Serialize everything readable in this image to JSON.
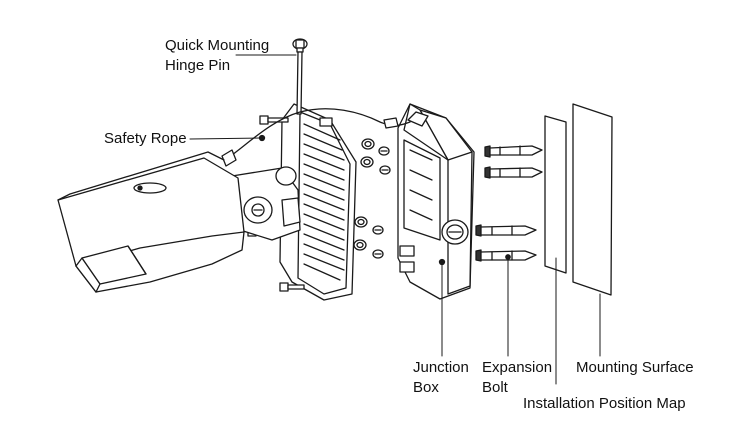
{
  "labels": {
    "hinge_pin": [
      "Quick Mounting",
      "Hinge Pin"
    ],
    "safety_rope": "Safety Rope",
    "junction_box": [
      "Junction",
      "Box"
    ],
    "expansion_bolt": [
      "Expansion",
      "Bolt"
    ],
    "mounting_surface": "Mounting Surface",
    "installation_map": "Installation Position Map"
  },
  "colors": {
    "stroke": "#1a1a1a",
    "fill": "#ffffff",
    "text": "#111111"
  }
}
